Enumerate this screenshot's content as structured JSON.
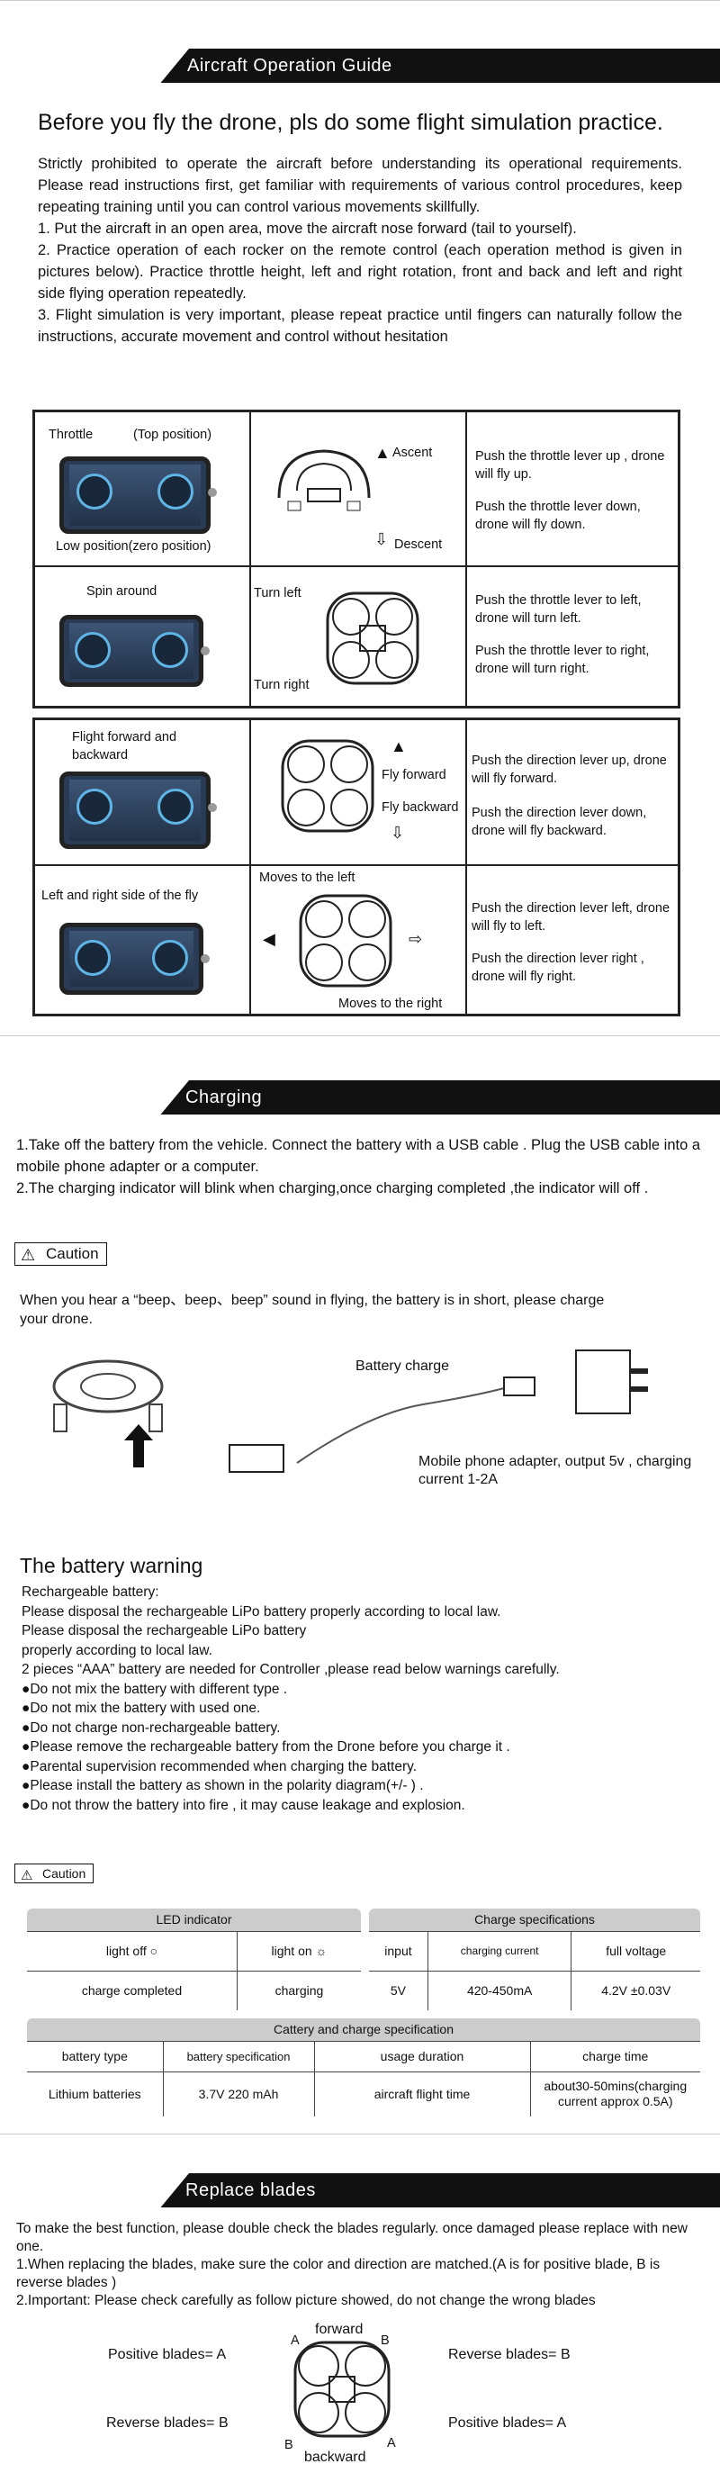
{
  "section1": {
    "banner": "Aircraft Operation Guide",
    "headline": "Before you fly the drone, pls do some flight simulation practice.",
    "paragraphs": [
      "Strictly prohibited to operate the aircraft before understanding its operational requirements. Please read instructions first, get familiar with requirements of various control procedures, keep repeating training until you can control various movements skillfully.",
      "1. Put the aircraft in an open area, move the aircraft nose forward (tail to yourself).",
      "2. Practice operation of each rocker on the remote control (each operation method is given in pictures below). Practice throttle height, left and right rotation, front and back and left and right side flying operation repeatedly.",
      "3. Flight simulation is very important, please repeat practice until fingers can naturally follow the instructions, accurate movement and control without hesitation"
    ],
    "table1": {
      "row1": {
        "label_a": "Throttle",
        "label_b": "(Top position)",
        "label_c": "Low position(zero position)",
        "ascent": "Ascent",
        "descent": "Descent",
        "desc": [
          "Push the throttle lever up , drone will fly up.",
          "Push the throttle lever down, drone will fly down."
        ]
      },
      "row2": {
        "label": "Spin around",
        "turn_left": "Turn left",
        "turn_right": "Turn right",
        "desc": [
          "Push the throttle lever to left, drone will turn left.",
          "Push the throttle lever to right, drone will turn right."
        ]
      }
    },
    "table2": {
      "row1": {
        "label": "Flight forward and backward",
        "fly_forward": "Fly forward",
        "fly_backward": "Fly backward",
        "desc": [
          "Push the direction lever up, drone will fly forward.",
          "Push the direction lever down, drone will fly backward."
        ]
      },
      "row2": {
        "label": "Left and right side of the fly",
        "moves_left": "Moves to the left",
        "moves_right": "Moves to the right",
        "desc": [
          "Push the direction lever left, drone will fly to left.",
          "Push the direction lever right , drone will fly right."
        ]
      }
    }
  },
  "section2": {
    "banner": "Charging",
    "paragraphs": [
      "1.Take off the battery from the vehicle.  Connect the battery with a USB cable . Plug the USB cable into a mobile phone adapter or a computer.",
      "2.The charging indicator will blink when charging,once charging completed ,the indicator will off ."
    ],
    "caution": "Caution",
    "caution_text": "When you hear a “beep、beep、beep” sound in flying,  the battery is in short, please charge your drone.",
    "battery_charge": "Battery charge",
    "adapter": "Mobile phone adapter, output 5v , charging current 1-2A",
    "warning_title": "The battery warning",
    "warning_lines": [
      "Rechargeable battery:",
      "Please disposal the rechargeable LiPo battery properly according to local law.",
      "Please disposal the rechargeable LiPo battery",
      "properly according to local law.",
      "2 pieces “AAA” battery are needed for Controller ,please read below warnings carefully.",
      "●Do not mix the battery with different type .",
      "●Do not mix the battery with used one.",
      "●Do not charge non-rechargeable battery.",
      "●Please remove the rechargeable battery from the Drone before you charge it .",
      "●Parental supervision recommended when charging the battery.",
      "●Please install the battery as shown in the polarity diagram(+/- ) .",
      "●Do not throw the battery into fire ,  it may cause leakage and explosion."
    ],
    "caution2": "Caution",
    "led": {
      "header": "LED indicator",
      "light_off": "light off",
      "light_on": "light on",
      "charge_completed": "charge completed",
      "charging": "charging"
    },
    "spec": {
      "header": "Charge specifications",
      "input": "input",
      "current": "charging current",
      "full": "full voltage",
      "v_input": "5V",
      "v_current": "420-450mA",
      "v_full": "4.2V ±0.03V"
    },
    "cattery": {
      "header": "Cattery and charge specification",
      "cols": [
        "battery type",
        "battery specification",
        "usage duration",
        "charge time"
      ],
      "row": [
        "Lithium batteries",
        "3.7V  220 mAh",
        "aircraft flight time",
        "about30-50mins(charging current approx 0.5A)"
      ]
    }
  },
  "section3": {
    "banner": "Replace blades",
    "paragraphs": [
      "To make the best function, please double check the blades regularly. once damaged please replace with new one.",
      "1.When replacing the blades, make sure the color and direction are matched.(A is for positive blade, B is reverse blades )",
      "2.Important: Please check carefully  as follow picture showed, do not change the wrong blades"
    ],
    "forward": "forward",
    "backward": "backward",
    "pos_left": "Positive blades= A",
    "rev_right": "Reverse blades= B",
    "rev_left": "Reverse blades= B",
    "pos_right": "Positive blades= A",
    "a": "A",
    "b": "B"
  }
}
